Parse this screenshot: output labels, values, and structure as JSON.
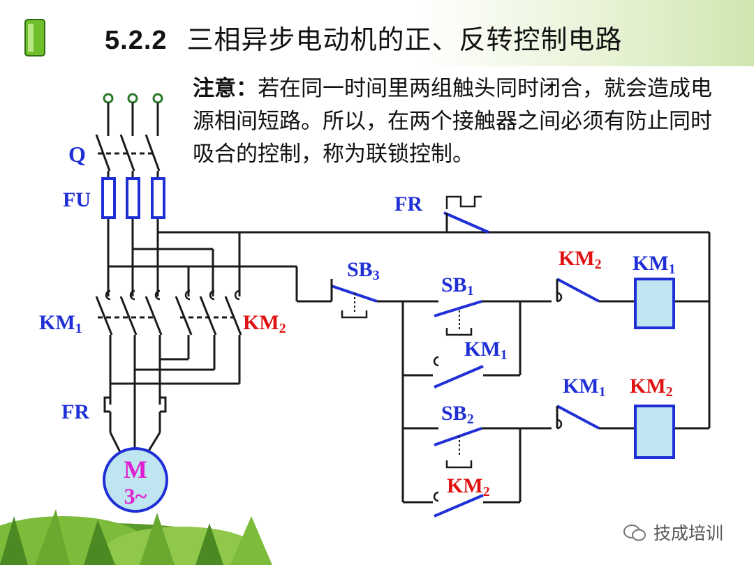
{
  "title": {
    "number": "5.2.2",
    "text": "三相异步电动机的正、反转控制电路"
  },
  "note": {
    "lead": "注意：",
    "body": "若在同一时间里两组触头同时闭合，就会造成电源相间短路。所以，在两个接触器之间必须有防止同时吸合的控制，称为联锁控制。"
  },
  "labels": {
    "q": "Q",
    "fu": "FU",
    "fr_main": "FR",
    "fr_coil": "FR",
    "km1_main": "KM",
    "km1_main_sub": "1",
    "km2_main": "KM",
    "km2_main_sub": "2",
    "sb3": "SB",
    "sb3_sub": "3",
    "sb1": "SB",
    "sb1_sub": "1",
    "sb2": "SB",
    "sb2_sub": "2",
    "km1_hold": "KM",
    "km1_hold_sub": "1",
    "km2_hold": "KM",
    "km2_hold_sub": "2",
    "km2_interlock": "KM",
    "km2_interlock_sub": "2",
    "km1_interlock": "KM",
    "km1_interlock_sub": "1",
    "km1_coil": "KM",
    "km1_coil_sub": "1",
    "km2_coil": "KM",
    "km2_coil_sub": "2",
    "motor_m": "M",
    "motor_phase": "3~"
  },
  "watermark": "技成培训",
  "colors": {
    "wire": "#1a1a1a",
    "blue": "#1f2fd6",
    "red": "#e01010",
    "coil_fill": "#bfe6f0",
    "motor_fill": "#bfe6f0",
    "motor_text": "#e020d0"
  }
}
